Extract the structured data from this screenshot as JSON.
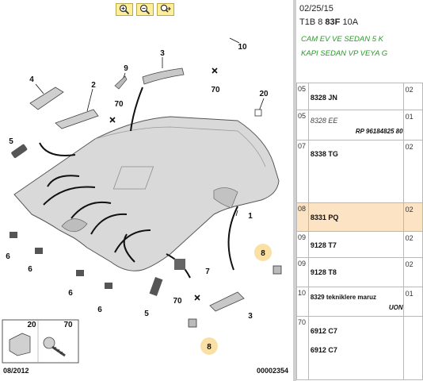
{
  "toolbar": {
    "zoom_in_icon": "magnifier-plus-icon",
    "zoom_out_icon": "magnifier-minus-icon",
    "zoom_pan_icon": "magnifier-move-icon"
  },
  "diagram": {
    "callouts": [
      "10",
      "9",
      "3",
      "4",
      "2",
      "70",
      "70",
      "20",
      "5",
      "6",
      "6",
      "6",
      "6",
      "1",
      "8",
      "7",
      "70",
      "5",
      "3",
      "8"
    ],
    "inset": {
      "left_label": "20",
      "right_label": "70"
    },
    "footer_left": "08/2012",
    "footer_right": "00002354",
    "colors": {
      "highlight": "#fbe0a6",
      "panel_fill": "#d9d9d9"
    }
  },
  "panel": {
    "date": "02/25/15",
    "code_prefix": "T1B 8",
    "code_bold": "83F",
    "code_suffix": "10A",
    "line1": "CAM EV VE SEDAN 5 K",
    "line2": "KAPI SEDAN VP VEYA G",
    "rows": [
      {
        "idx": "05",
        "code": "8328 JN",
        "qty": "02",
        "ref": "",
        "italic": false
      },
      {
        "idx": "05",
        "code": "8328 EE",
        "qty": "01",
        "ref": "RP 96184825 80",
        "italic": true
      },
      {
        "idx": "07",
        "code": "8338 TG",
        "qty": "02",
        "ref": "",
        "italic": false
      },
      {
        "idx": "08",
        "code": "8331 PQ",
        "qty": "02",
        "ref": "",
        "italic": false
      },
      {
        "idx": "09",
        "code": "9128 T7",
        "qty": "02",
        "ref": "",
        "italic": false
      },
      {
        "idx": "09",
        "code": "9128 T8",
        "qty": "02",
        "ref": "",
        "italic": false
      },
      {
        "idx": "10",
        "code": "8329 tekniklere maruz",
        "qty": "01",
        "ref": "UON",
        "italic": false
      },
      {
        "idx": "70",
        "code": "6912 C7",
        "qty": "",
        "ref": "",
        "italic": false
      },
      {
        "idx": "",
        "code": "6912 C7",
        "qty": "",
        "ref": "",
        "italic": false
      }
    ]
  }
}
